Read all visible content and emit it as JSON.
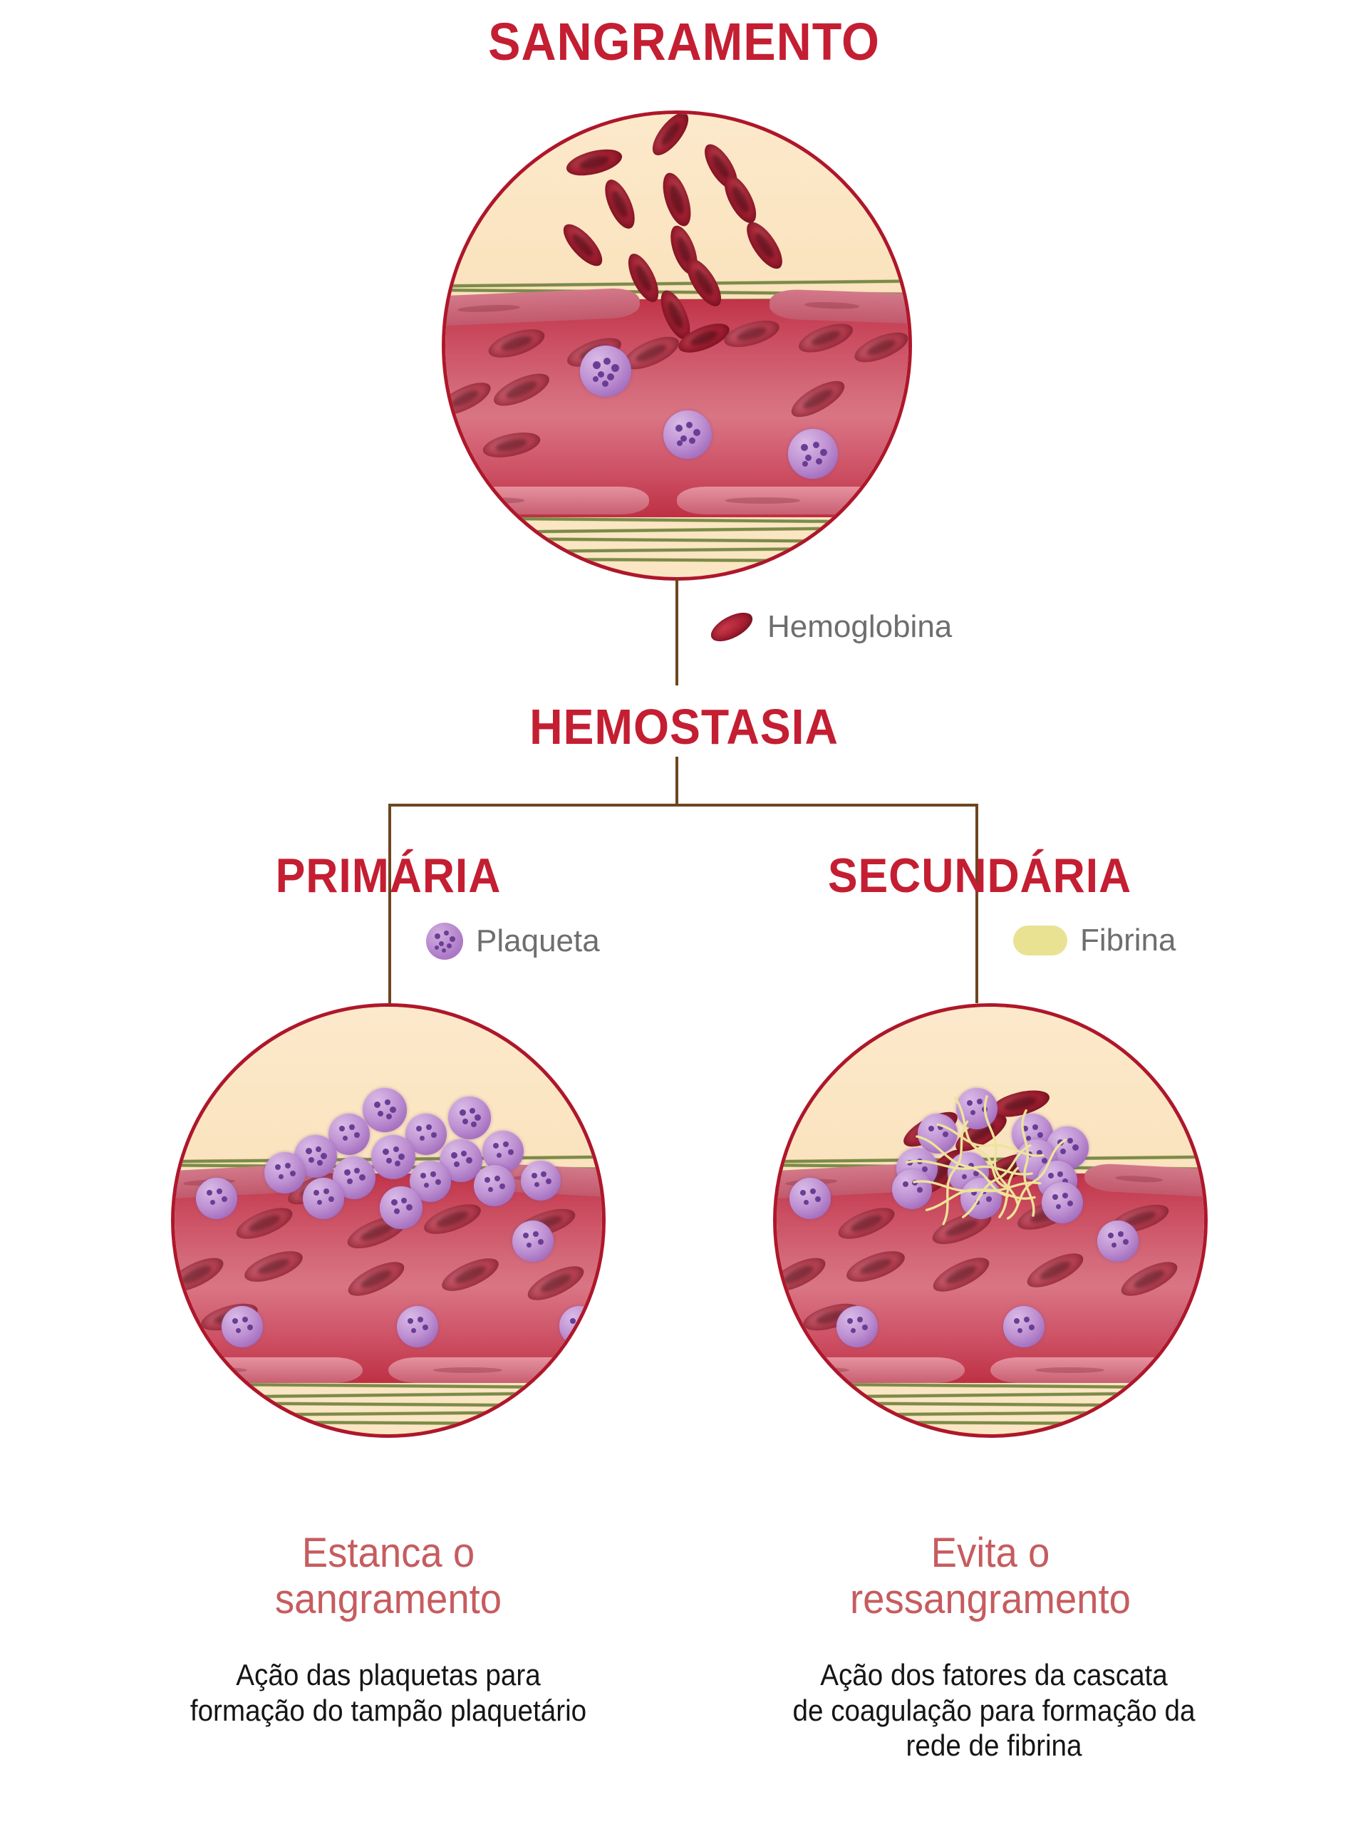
{
  "titles": {
    "top": "SANGRAMENTO",
    "middle": "HEMOSTASIA",
    "left_branch": "PRIMÁRIA",
    "right_branch": "SECUNDÁRIA"
  },
  "legends": [
    {
      "key": "hemoglobina",
      "label": "Hemoglobina",
      "icon": "red-blood-cell-icon",
      "color": "#A81F33"
    },
    {
      "key": "plaqueta",
      "label": "Plaqueta",
      "icon": "platelet-icon",
      "color": "#B484CC"
    },
    {
      "key": "fibrina",
      "label": "Fibrina",
      "icon": "fibrin-icon",
      "color": "#E9E293"
    }
  ],
  "panels": {
    "left": {
      "heading": "PRIMÁRIA",
      "caption_big": "Estanca o\nsangramento",
      "caption_small": "Ação das plaquetas para\nformação do tampão plaquetário"
    },
    "right": {
      "heading": "SECUNDÁRIA",
      "caption_big": "Evita o\nressangramento",
      "caption_small": "Ação dos fatores da cascata\nde coagulação para formação da\nrede de fibrina"
    }
  },
  "colors": {
    "brand_red": "#C41E32",
    "caption_red": "#C65C5F",
    "legend_text": "#6E6E6E",
    "connector_brown": "#6E4520",
    "tissue_cream": "#FBE6C4",
    "collagen_olive": "#7B8B46",
    "vessel_red": "#C9475B",
    "platelet_purple": "#B484CC",
    "fibrin_yellow": "#E9E293",
    "ring_red": "#AE172B"
  },
  "illustrations": {
    "top": {
      "name": "bleeding-vessel-illustration",
      "description": "Vaso rompido com hemácias extravasando"
    },
    "left": {
      "name": "platelet-plug-illustration",
      "description": "Tampão plaquetário sobre a lesão"
    },
    "right": {
      "name": "fibrin-clot-illustration",
      "description": "Rede de fibrina sobre o tampão"
    }
  }
}
